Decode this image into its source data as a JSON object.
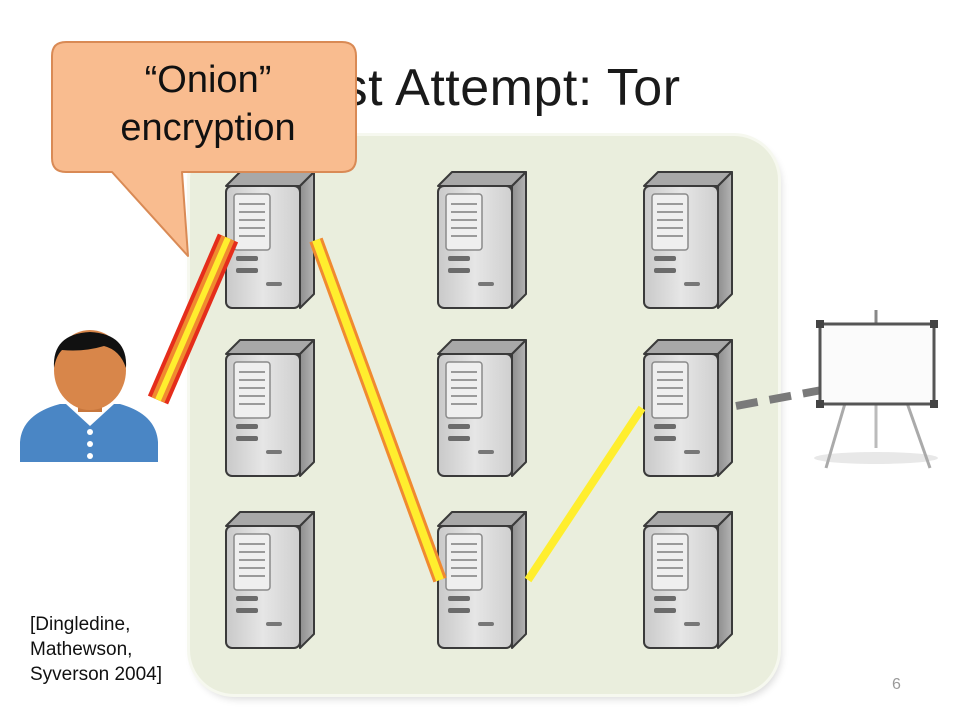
{
  "slide": {
    "title": "First Attempt: Tor",
    "callout": {
      "line1": "“Onion”",
      "line2": "encryption"
    },
    "citation": {
      "line1": "[Dingledine,",
      "line2": "Mathewson,",
      "line3": "Syverson 2004]"
    },
    "page_number": "6"
  },
  "colors": {
    "network_bg": "#eaeedd",
    "callout_fill": "#f9bc8f",
    "callout_border": "#d98a55",
    "onion_outer": "#e52d1b",
    "onion_middle": "#f08a30",
    "onion_inner": "#ffee2e",
    "server_body": "#dcdcdc",
    "person_shirt": "#4a86c5"
  },
  "icons": [
    "server-icon",
    "user-icon",
    "whiteboard-icon"
  ]
}
